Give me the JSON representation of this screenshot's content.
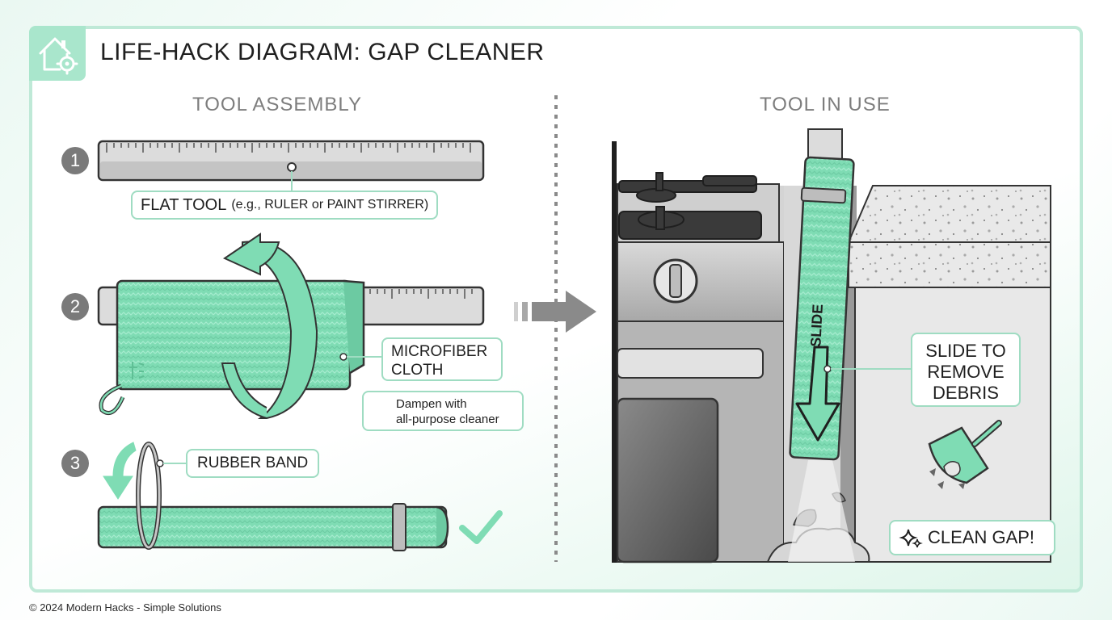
{
  "title": "LIFE-HACK DIAGRAM: GAP CLEANER",
  "sections": {
    "left": "TOOL ASSEMBLY",
    "right": "TOOL IN USE"
  },
  "steps": [
    {
      "number": "1"
    },
    {
      "number": "2"
    },
    {
      "number": "3"
    }
  ],
  "labels": {
    "flat_tool_main": "FLAT TOOL",
    "flat_tool_detail": "(e.g., RULER or PAINT STIRRER)",
    "microfiber_line1": "MICROFIBER",
    "microfiber_line2": "CLOTH",
    "dampen_line1": "Dampen with",
    "dampen_line2": "all-purpose cleaner",
    "rubber_band": "RUBBER BAND",
    "slide_arrow": "SLIDE",
    "slide_remove_line1": "SLIDE TO",
    "slide_remove_line2": "REMOVE",
    "slide_remove_line3": "DEBRIS",
    "clean_gap": "CLEAN GAP!"
  },
  "footer": "© 2024 Modern Hacks - Simple Solutions",
  "icons": {
    "logo": "house-gear-icon",
    "drop": "water-drop-icon",
    "check": "checkmark-icon",
    "sparkle": "sparkle-icon",
    "dustpan": "dustpan-icon",
    "arrow": "right-arrow-icon"
  },
  "colors": {
    "accent": "#7fdcb4",
    "accent_border": "#9fdcc2",
    "frame": "#bfe9d7",
    "text": "#1f1f1f",
    "muted": "#7d7d7d"
  }
}
